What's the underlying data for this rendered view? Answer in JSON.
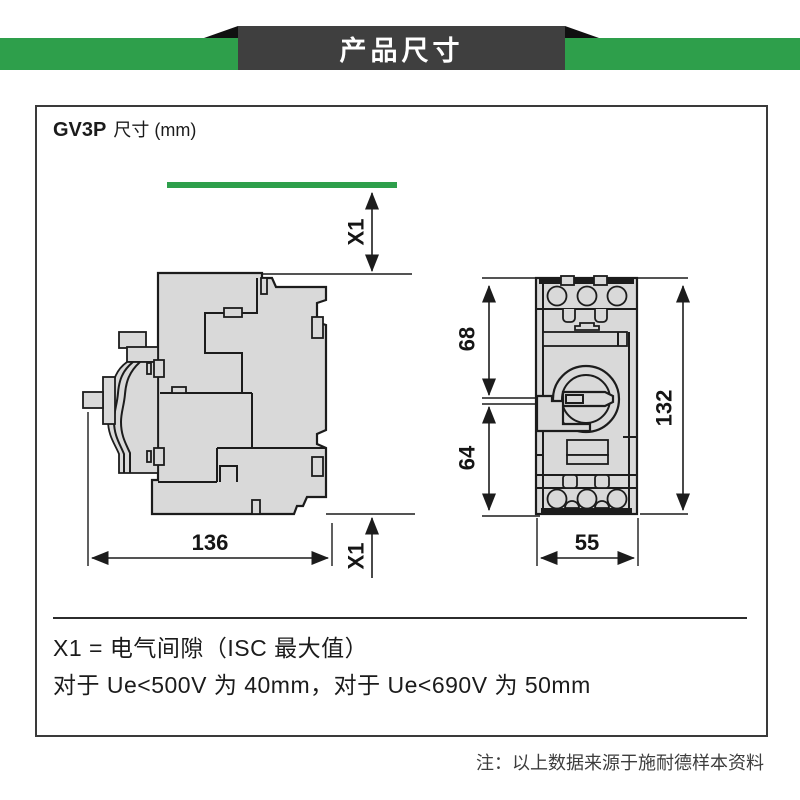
{
  "banner": {
    "title": "产品尺寸"
  },
  "panel": {
    "heading": {
      "model": "GV3P",
      "suffix": "尺寸 (mm)"
    },
    "dims": {
      "x1": "X1",
      "side_width": "136",
      "front_upper": "68",
      "front_lower": "64",
      "front_total": "132",
      "front_width": "55"
    },
    "legend": {
      "line1": "X1 = 电气间隙（ISC 最大值）",
      "line2": "对于 Ue<500V 为 40mm，对于 Ue<690V 为 50mm"
    }
  },
  "footnote": "注：以上数据来源于施耐德样本资料",
  "colors": {
    "accent_green": "#2e9f4b",
    "banner_dark": "#3f3f3f",
    "drawing_fill": "#d9d9d9",
    "line_color": "#1c1c1c"
  }
}
